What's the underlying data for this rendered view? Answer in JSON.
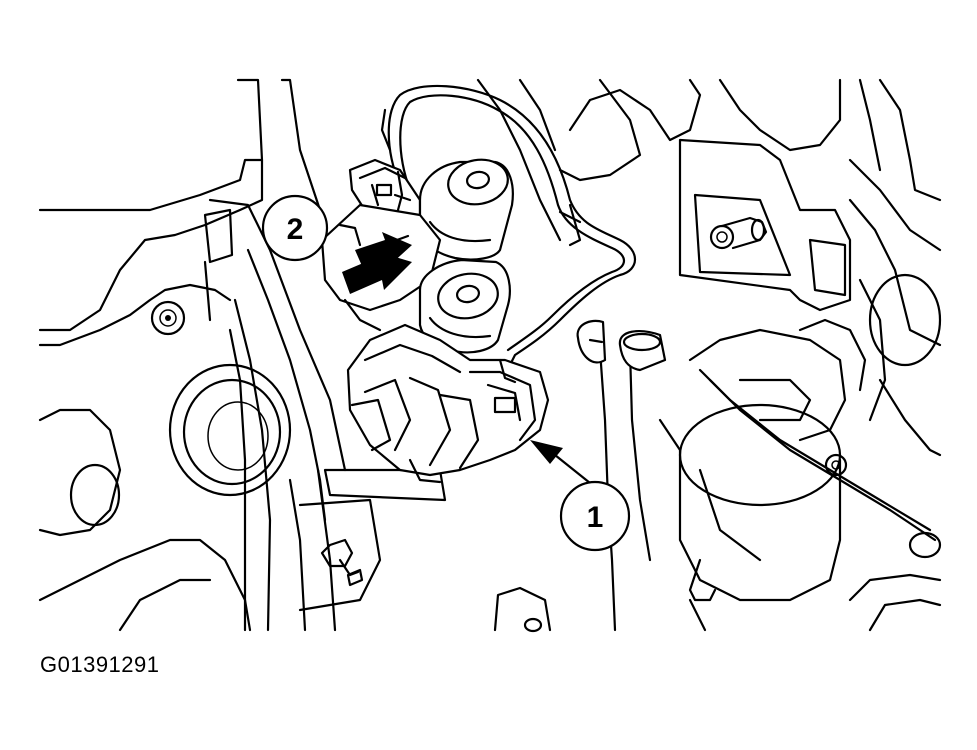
{
  "figure_id": "G01391291",
  "callouts": [
    {
      "label": "1"
    },
    {
      "label": "2"
    }
  ],
  "colors": {
    "line": "#000000",
    "background": "#ffffff"
  }
}
